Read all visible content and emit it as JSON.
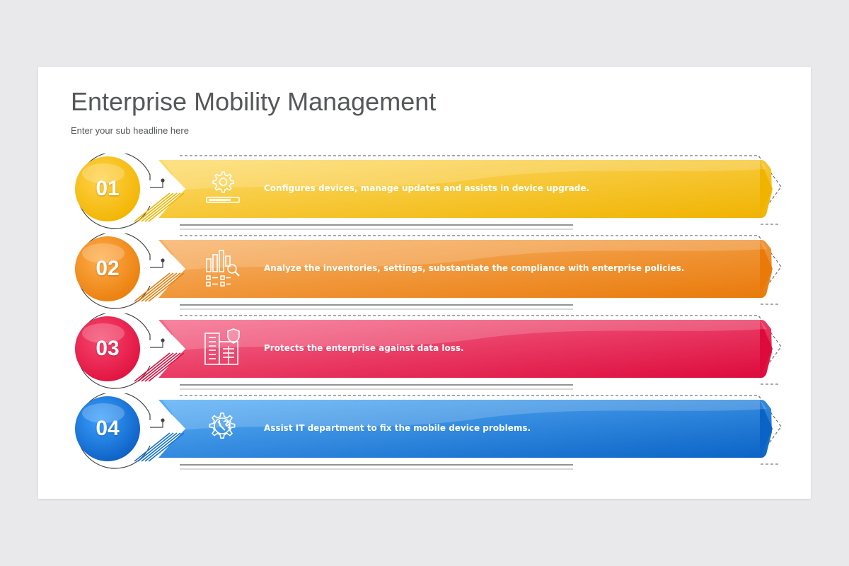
{
  "header": {
    "title": "Enterprise Mobility Management",
    "subtitle": "Enter your sub headline here"
  },
  "steps": [
    {
      "number": "01",
      "text": "Configures devices, manage updates and assists in device upgrade.",
      "icon": "gear-with-progress-bar-icon",
      "color_light": "#ffd24a",
      "color_dark": "#f2b400",
      "band_light": "#fddc6e",
      "band_dark": "#f0b300",
      "stripe": "#f2b400"
    },
    {
      "number": "02",
      "text": "Analyze the inventories, settings, substantiate the compliance with enterprise policies.",
      "icon": "bar-chart-magnifier-icon",
      "color_light": "#ffad4a",
      "color_dark": "#ea7e0c",
      "band_light": "#f8b36a",
      "band_dark": "#e97a0a",
      "stripe": "#ea7e0c"
    },
    {
      "number": "03",
      "text": "Protects the enterprise against data loss.",
      "icon": "building-shield-icon",
      "color_light": "#f6476e",
      "color_dark": "#e0113f",
      "band_light": "#f56b8c",
      "band_dark": "#dd0a3c",
      "stripe": "#e0113f"
    },
    {
      "number": "04",
      "text": "Assist IT department to fix the mobile device problems.",
      "icon": "gear-wrench-icon",
      "color_light": "#3aa0ff",
      "color_dark": "#0c5fc2",
      "band_light": "#5ab0f6",
      "band_dark": "#0b63c6",
      "stripe": "#1672d8"
    }
  ]
}
